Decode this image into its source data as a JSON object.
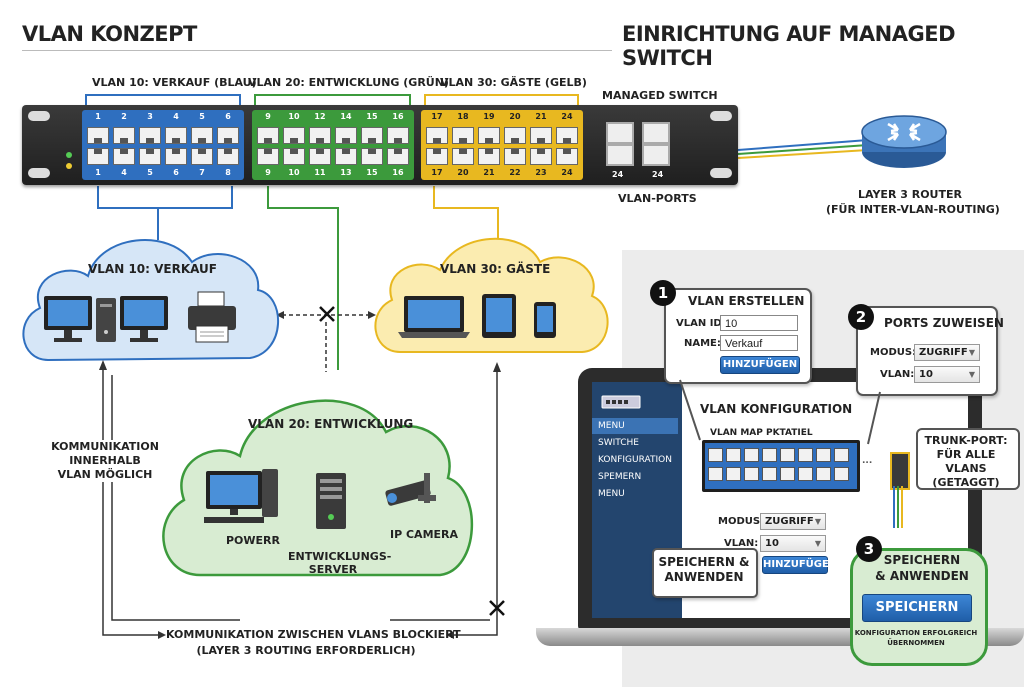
{
  "header": {
    "left_title": "VLAN KONZEPT",
    "right_title": "EINRICHTUNG AUF MANAGED SWITCH"
  },
  "switch": {
    "vlan10_label": "VLAN 10: VERKAUF (BLAU)",
    "vlan20_label": "VLAN 20: ENTWICKLUNG (GRÜN)",
    "vlan30_label": "VLAN 30: GÄSTE (GELB)",
    "managed_label": "MANAGED SWITCH",
    "vlan_ports_label": "VLAN-PORTS",
    "top_numbers_blue": [
      "1",
      "2",
      "3",
      "4",
      "5",
      "6"
    ],
    "bottom_numbers_blue": [
      "1",
      "4",
      "5",
      "6",
      "7",
      "8"
    ],
    "top_numbers_green": [
      "9",
      "10",
      "12",
      "14",
      "15",
      "16"
    ],
    "bottom_numbers_green": [
      "9",
      "10",
      "11",
      "13",
      "15",
      "16"
    ],
    "top_numbers_yellow": [
      "17",
      "18",
      "19",
      "20",
      "21",
      "24"
    ],
    "bottom_numbers_yellow": [
      "17",
      "20",
      "21",
      "22",
      "23",
      "24"
    ],
    "uplink_numbers": [
      "24",
      "24"
    ]
  },
  "router": {
    "label_line1": "LAYER 3 ROUTER",
    "label_line2": "(FÜR INTER-VLAN-ROUTING)"
  },
  "clouds": {
    "vlan10": "VLAN 10: VERKAUF",
    "vlan30": "VLAN 30: GÄSTE",
    "vlan20": "VLAN 20: ENTWICKLUNG",
    "dev_items": [
      "POWERR",
      "ENTWICKLUNGS-\nSERVER",
      "IP CAMERA"
    ]
  },
  "notes": {
    "within_vlan": "KOMMUNIKATION\nINNERHALB\nVLAN MÖGLICH",
    "blocked_line1": "KOMMUNIKATION ZWISCHEN VLANS BLOCKIERT",
    "blocked_line2": "(LAYER 3 ROUTING ERFORDERLICH)"
  },
  "step1": {
    "number": "1",
    "title": "VLAN ERSTELLEN",
    "vlan_id_label": "VLAN ID:",
    "vlan_id_value": "10",
    "name_label": "NAME:",
    "name_value": "Verkauf",
    "button": "HINZUFÜGEN"
  },
  "step2": {
    "number": "2",
    "title": "PORTS ZUWEISEN",
    "modus_label": "MODUS:",
    "modus_value": "ZUGRIFF",
    "vlan_label": "VLAN:",
    "vlan_value": "10"
  },
  "laptop": {
    "config_title": "VLAN KONFIGURATION",
    "map_title": "VLAN MAP PKTATIEL",
    "sidebar": [
      "MENU",
      "SWITCHE",
      "KONFIGURATION",
      "SPEMERN",
      "MENU"
    ],
    "trunk_label": "TRUNK-PORT:\nFÜR ALLE VLANS\n(GETAGGT)",
    "modus_label": "MODUS:",
    "modus_value": "ZUGRIFF",
    "vlan_label": "VLAN:",
    "vlan_value": "10",
    "button": "HINZUFÜGEN",
    "save_callout": "SPEICHERN &\nANWENDEN",
    "ellipsis": "..."
  },
  "step3": {
    "number": "3",
    "title": "SPEICHERN\n& ANWENDEN",
    "button": "SPEICHERN",
    "confirmation": "KONFIGURATION ERFOLGREICH\nÜBERNOMMEN"
  },
  "colors": {
    "blue": "#2f6fbf",
    "green": "#3c9a3c",
    "yellow": "#e8b820",
    "blue_fill": "#d6e6f7",
    "green_fill": "#d8ecd2",
    "yellow_fill": "#fbecb0"
  }
}
